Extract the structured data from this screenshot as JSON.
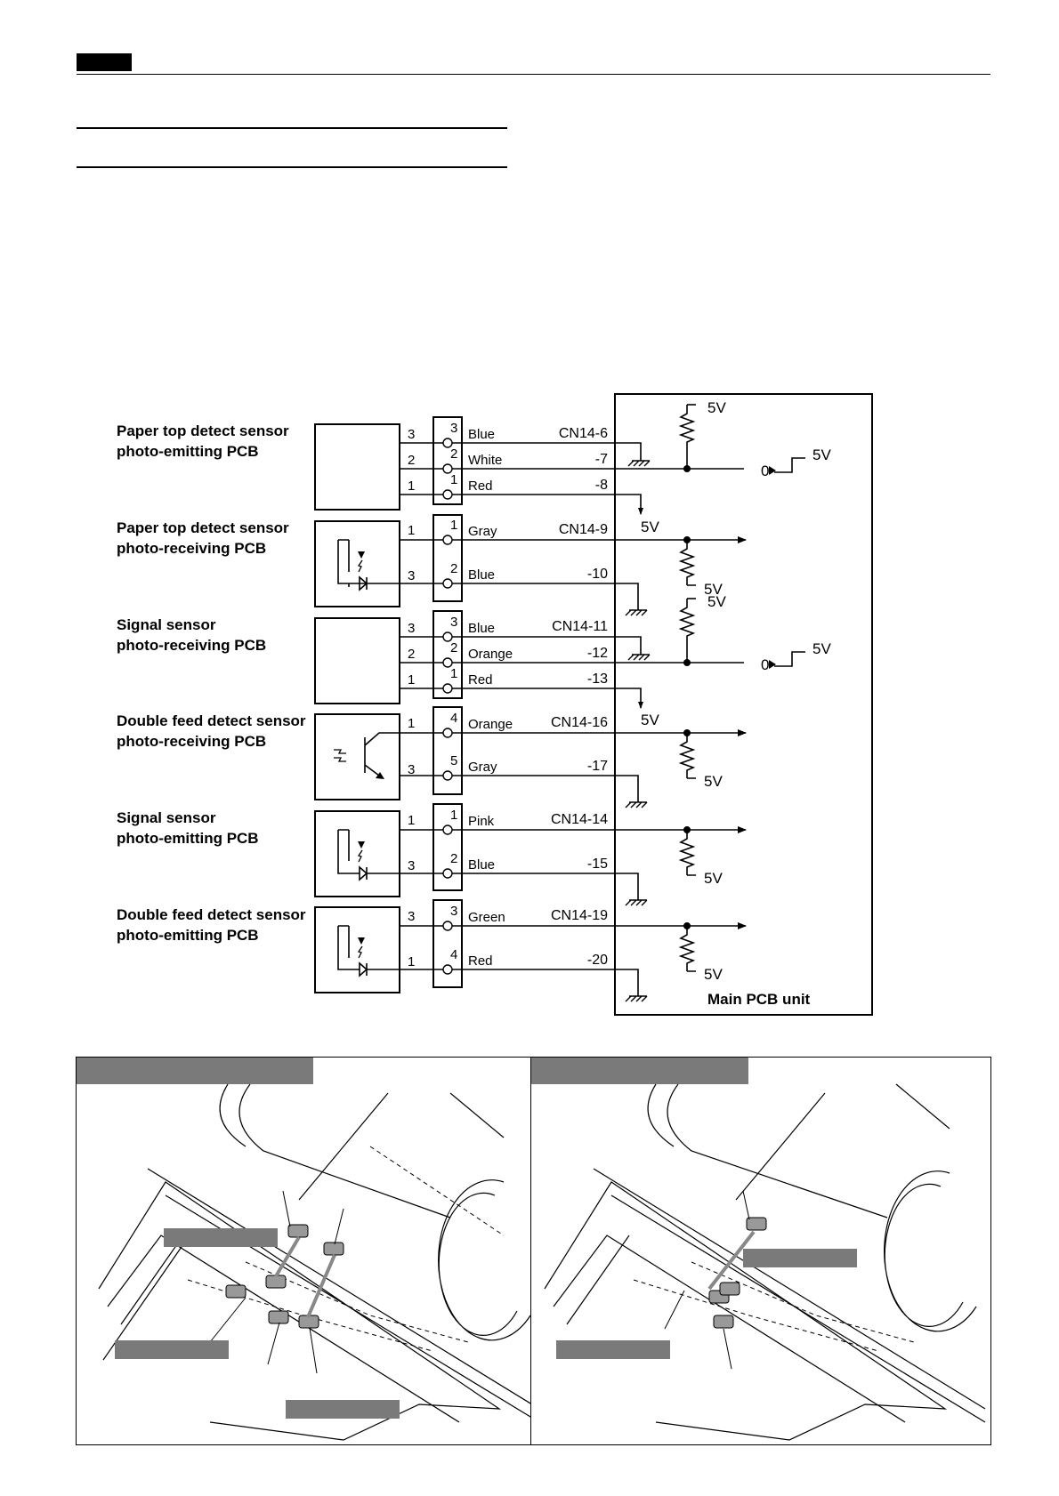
{
  "pcbs": [
    {
      "line1": "Paper top detect sensor",
      "line2": "photo-emitting PCB"
    },
    {
      "line1": "Paper top detect sensor",
      "line2": "photo-receiving PCB"
    },
    {
      "line1": "Signal sensor",
      "line2": "photo-receiving PCB"
    },
    {
      "line1": "Double feed detect sensor",
      "line2": "photo-receiving PCB"
    },
    {
      "line1": "Signal sensor",
      "line2": "photo-emitting PCB"
    },
    {
      "line1": "Double feed detect sensor",
      "line2": "photo-emitting PCB"
    }
  ],
  "wires": [
    {
      "pcb_pin": "3",
      "conn_pin": "3",
      "color": "Blue",
      "cn": "CN14-6"
    },
    {
      "pcb_pin": "2",
      "conn_pin": "2",
      "color": "White",
      "cn": "-7"
    },
    {
      "pcb_pin": "1",
      "conn_pin": "1",
      "color": "Red",
      "cn": "-8"
    },
    {
      "pcb_pin": "1",
      "conn_pin": "1",
      "color": "Gray",
      "cn": "CN14-9"
    },
    {
      "pcb_pin": "3",
      "conn_pin": "2",
      "color": "Blue",
      "cn": "-10"
    },
    {
      "pcb_pin": "3",
      "conn_pin": "3",
      "color": "Blue",
      "cn": "CN14-11"
    },
    {
      "pcb_pin": "2",
      "conn_pin": "2",
      "color": "Orange",
      "cn": "-12"
    },
    {
      "pcb_pin": "1",
      "conn_pin": "1",
      "color": "Red",
      "cn": "-13"
    },
    {
      "pcb_pin": "1",
      "conn_pin": "4",
      "color": "Orange",
      "cn": "CN14-16"
    },
    {
      "pcb_pin": "3",
      "conn_pin": "5",
      "color": "Gray",
      "cn": "-17"
    },
    {
      "pcb_pin": "1",
      "conn_pin": "1",
      "color": "Pink",
      "cn": "CN14-14"
    },
    {
      "pcb_pin": "3",
      "conn_pin": "2",
      "color": "Blue",
      "cn": "-15"
    },
    {
      "pcb_pin": "3",
      "conn_pin": "3",
      "color": "Green",
      "cn": "CN14-19"
    },
    {
      "pcb_pin": "1",
      "conn_pin": "4",
      "color": "Red",
      "cn": "-20"
    }
  ],
  "main_pcb": {
    "title": "Main PCB unit",
    "v5": "5V",
    "zero": "0"
  }
}
